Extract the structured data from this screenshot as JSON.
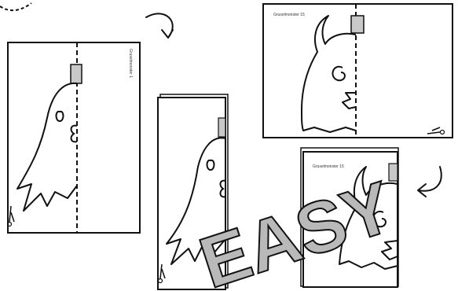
{
  "sheets": {
    "top_left_label": "Gruselmonster 1",
    "top_right_label": "Gruselmonster 15",
    "bottom_right_label": "Gruselmonster 15"
  },
  "watermark": {
    "text": "EASY"
  },
  "colors": {
    "ink": "#111111",
    "tab_gray": "#c8c8c8",
    "watermark_fill": "#b9b9b9"
  },
  "icons": [
    "curved-arrow-icon",
    "scissors-icon",
    "tab-marker"
  ]
}
